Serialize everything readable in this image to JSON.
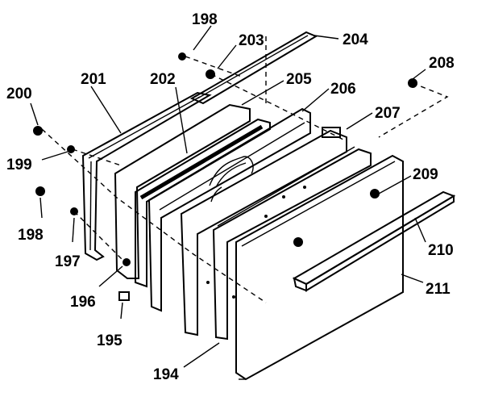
{
  "diagram": {
    "callouts": {
      "c194": "194",
      "c195": "195",
      "c196": "196",
      "c197": "197",
      "c198a": "198",
      "c198b": "198",
      "c199": "199",
      "c200": "200",
      "c201": "201",
      "c202": "202",
      "c203": "203",
      "c204": "204",
      "c205": "205",
      "c206": "206",
      "c207": "207",
      "c208": "208",
      "c209": "209",
      "c210": "210",
      "c211": "211"
    }
  }
}
